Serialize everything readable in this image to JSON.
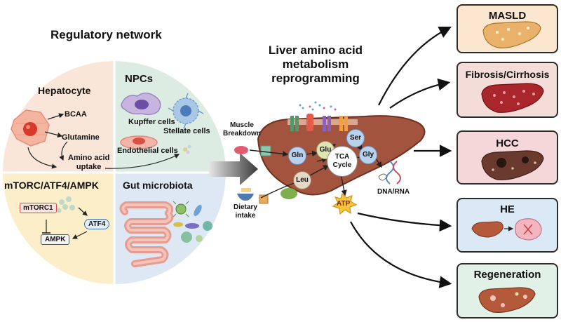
{
  "regulatory": {
    "title": "Regulatory network",
    "hepatocyte": {
      "title": "Hepatocyte",
      "bcaa": "BCAA",
      "glutamine": "Glutamine",
      "uptake": "Amino acid\nuptake"
    },
    "npcs": {
      "title": "NPCs",
      "kupffer": "Kupffer cells",
      "stellate": "Stellate cells",
      "endothelial": "Endothelial cells"
    },
    "mtorc": {
      "title": "mTORC/ATF4/AMPK",
      "mtorc1": "mTORC1",
      "atf4": "ATF4",
      "ampk": "AMPK"
    },
    "gut": {
      "title": "Gut microbiota"
    }
  },
  "liver": {
    "title": "Liver amino acid\nmetabolism\nreprogramming",
    "muscle": "Muscle\nBreakdown",
    "dietary": "Dietary\nintake",
    "gln": "Gln",
    "glu": "Glu",
    "leu": "Leu",
    "tca": "TCA\nCycle",
    "ser": "Ser",
    "gly": "Gly",
    "dna": "DNA/RNA",
    "atp": "ATP"
  },
  "outcomes": [
    {
      "label": "MASLD",
      "color": "#fbe7d0"
    },
    {
      "label": "Fibrosis/Cirrhosis",
      "color": "#f4ddd8"
    },
    {
      "label": "HCC",
      "color": "#f5d7d9"
    },
    {
      "label": "HE",
      "color": "#dbe9f6"
    },
    {
      "label": "Regeneration",
      "color": "#e2f1e7"
    }
  ],
  "colors": {
    "hepatocyte_bg": "#fae6d8",
    "npcs_bg": "#dcece3",
    "mtorc_bg": "#fbeec9",
    "gut_bg": "#dde8f4",
    "liver": "#a3543f",
    "node": "#b8d2ee"
  }
}
